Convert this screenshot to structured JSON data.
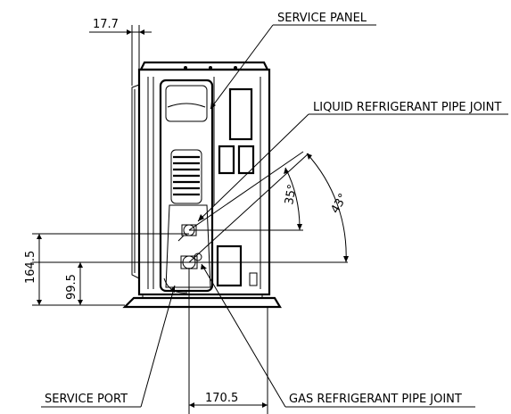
{
  "dimensions": {
    "top_offset": "17.7",
    "height_gas": "164.5",
    "height_liquid": "99.5",
    "bottom_width": "170.5",
    "angle_liquid": "35°",
    "angle_gas": "43°"
  },
  "callouts": {
    "service_panel": "SERVICE PANEL",
    "liquid_joint": "LIQUID REFRIGERANT PIPE JOINT",
    "service_port": "SERVICE PORT",
    "gas_joint": "GAS REFRIGERANT PIPE JOINT"
  }
}
